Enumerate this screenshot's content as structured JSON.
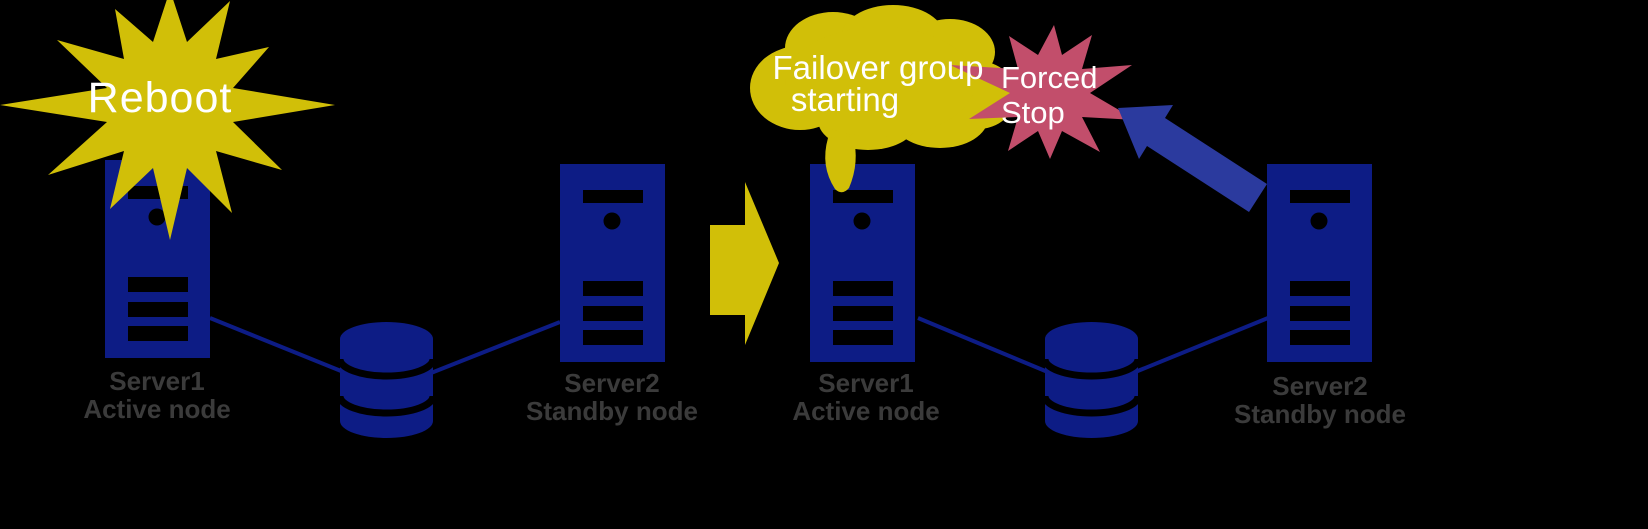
{
  "colors": {
    "bg": "#000000",
    "navy": "#0d1c85",
    "accent_blue": "#2b3a9e",
    "yellow": "#d1bf08",
    "pink": "#c24e6b",
    "label_gray": "#3b3b3b",
    "white": "#ffffff"
  },
  "scene_before": {
    "reboot_burst": {
      "icon": "reboot-burst-icon",
      "label": "Reboot"
    },
    "server1": {
      "icon": "server-tower-icon",
      "name": "Server1",
      "role": "Active node"
    },
    "database": {
      "icon": "shared-disk-icon"
    },
    "server2": {
      "icon": "server-tower-icon",
      "name": "Server2",
      "role": "Standby node"
    }
  },
  "transition": {
    "icon": "flow-arrow-right-icon"
  },
  "scene_after": {
    "failover_cloud": {
      "icon": "speech-cloud-icon",
      "line1": "Failover group",
      "line2": "starting"
    },
    "forced_stop_burst": {
      "icon": "forced-stop-burst-icon",
      "line1": "Forced",
      "line2": "Stop"
    },
    "forced_stop_arrow": {
      "icon": "forced-stop-arrow-icon"
    },
    "server1": {
      "icon": "server-tower-icon",
      "name": "Server1",
      "role": "Active node"
    },
    "database": {
      "icon": "shared-disk-icon"
    },
    "server2": {
      "icon": "server-tower-icon",
      "name": "Server2",
      "role": "Standby node"
    }
  }
}
